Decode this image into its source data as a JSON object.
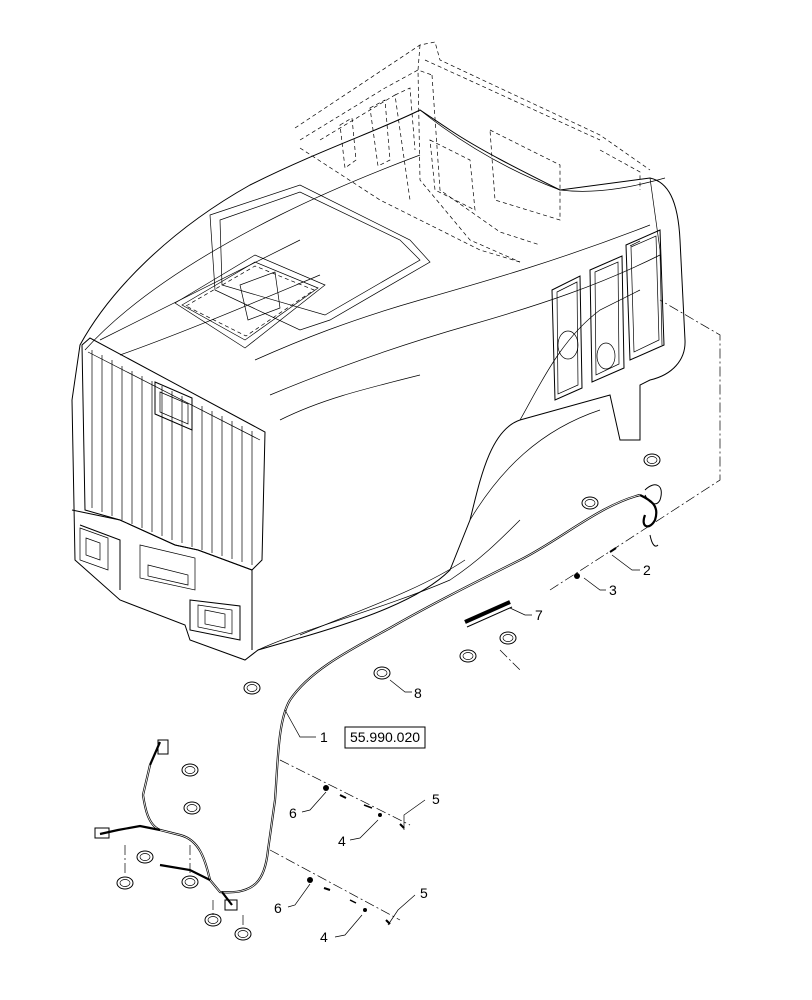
{
  "callouts": {
    "c1": "1",
    "c2": "2",
    "c3": "3",
    "c4a": "4",
    "c4b": "4",
    "c5a": "5",
    "c5b": "5",
    "c6a": "6",
    "c6b": "6",
    "c7": "7",
    "c8": "8"
  },
  "reference_box": "55.990.020"
}
